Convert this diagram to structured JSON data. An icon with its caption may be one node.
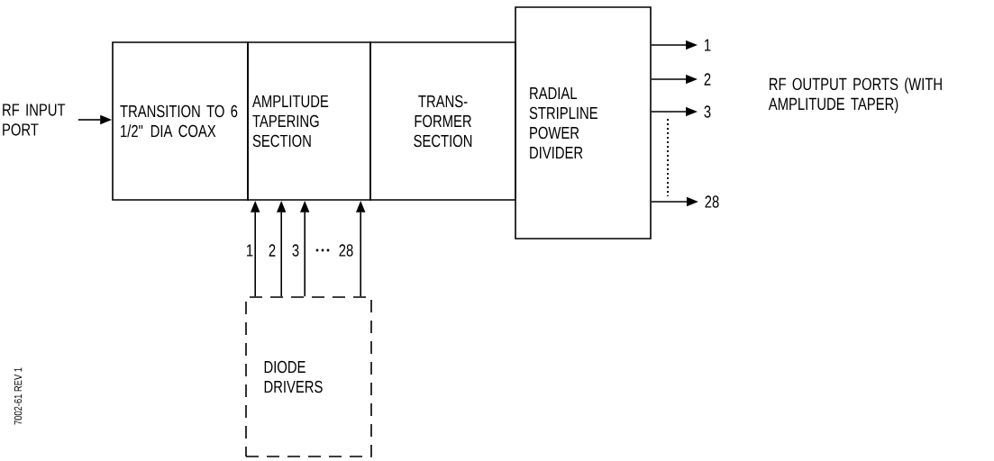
{
  "diagram": {
    "nodes": [
      {
        "text": [
          "RF INPUT PORT"
        ]
      },
      {
        "text": [
          "TRANSITION TO 6 1/2\" DIA COAX"
        ]
      },
      {
        "text": [
          "AMPLITUDE TAPERING SECTION"
        ]
      },
      {
        "text": [
          "TRANS- FORMER SECTION"
        ]
      },
      {
        "text": [
          "RADIAL STRIPLINE POWER DIVIDER"
        ]
      },
      {
        "text": [
          "1"
        ]
      },
      {
        "text": [
          "2"
        ]
      },
      {
        "text": [
          "3"
        ]
      },
      {
        "text": [
          "28"
        ]
      },
      {
        "text": [
          "DIODE DRIVERS"
        ]
      }
    ],
    "edges": [
      {
        "from": 0,
        "to": 1,
        "arrow": "to"
      },
      {
        "from": 4,
        "to": 5,
        "arrow": "to"
      },
      {
        "from": 4,
        "to": 6,
        "arrow": "to"
      },
      {
        "from": 4,
        "to": 7,
        "arrow": "to"
      },
      {
        "from": 4,
        "to": 8,
        "arrow": "to"
      },
      {
        "from": 9,
        "to": 2,
        "arrow": "to",
        "label": "1"
      },
      {
        "from": 9,
        "to": 2,
        "arrow": "to",
        "label": "2"
      },
      {
        "from": 9,
        "to": 2,
        "arrow": "to",
        "label": "3"
      },
      {
        "from": 9,
        "to": 2,
        "arrow": "to",
        "label": "28"
      }
    ],
    "labels": [
      "RF OUTPUT PORTS (WITH AMPLITUDE TAPER)",
      "7002-61 REV 1"
    ]
  }
}
